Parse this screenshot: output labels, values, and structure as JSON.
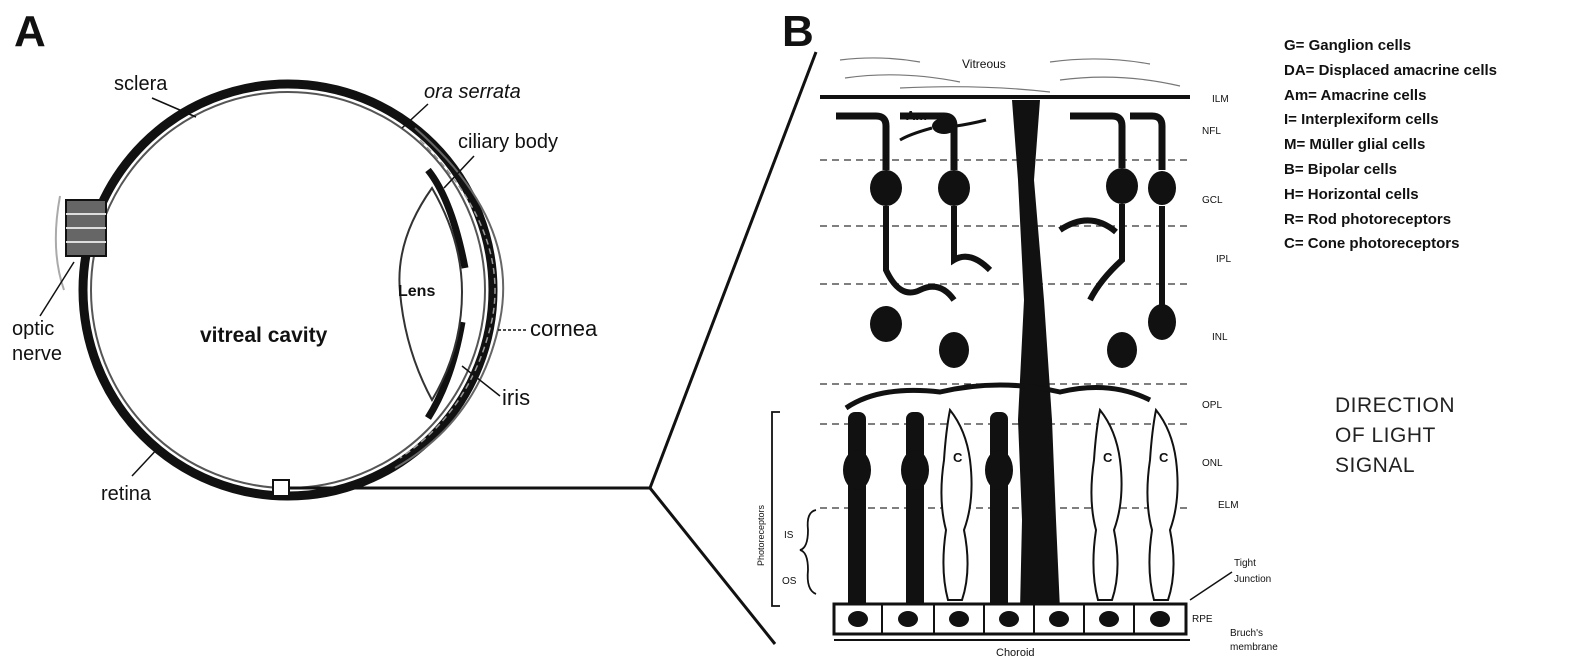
{
  "panels": {
    "a_label": "A",
    "b_label": "B"
  },
  "eye": {
    "sclera": "sclera",
    "ora_serrata": "ora serrata",
    "ciliary_body": "ciliary body",
    "lens": "Lens",
    "optic_nerve_1": "optic",
    "optic_nerve_2": "nerve",
    "vitreal_cavity": "vitreal cavity",
    "cornea": "cornea",
    "iris": "iris",
    "retina": "retina"
  },
  "retina_layers": {
    "vitreous": "Vitreous",
    "ilm": "ILM",
    "nfl": "NFL",
    "gcl": "GCL",
    "ipl": "IPL",
    "inl": "INL",
    "opl": "OPL",
    "onl": "ONL",
    "elm": "ELM",
    "rpe": "RPE",
    "tight_junction_1": "Tight",
    "tight_junction_2": "Junction",
    "bruchs_1": "Bruch's",
    "bruchs_2": "membrane",
    "choroid": "Choroid",
    "photoreceptors": "Photoreceptors",
    "is": "IS",
    "os": "OS",
    "am": "Am",
    "cone_c": "C"
  },
  "legend": [
    "G= Ganglion cells",
    "DA= Displaced amacrine cells",
    "Am= Amacrine cells",
    "I= Interplexiform cells",
    "M= Müller glial cells",
    "B= Bipolar cells",
    "H= Horizontal cells",
    "R= Rod photoreceptors",
    "C= Cone photoreceptors"
  ],
  "direction": [
    "DIRECTION",
    "OF LIGHT",
    "SIGNAL"
  ]
}
